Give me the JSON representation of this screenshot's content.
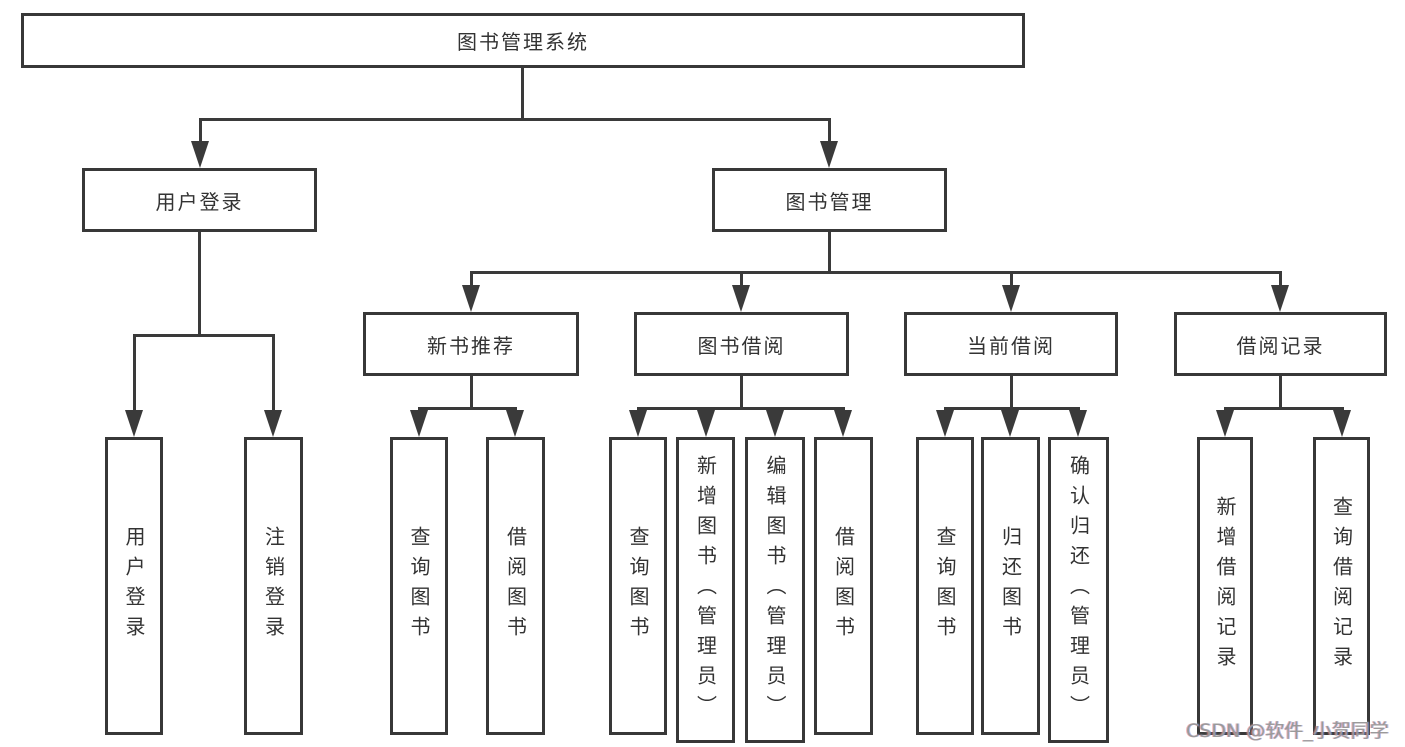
{
  "diagram": {
    "type": "tree",
    "orientation": "top-down"
  },
  "tree": {
    "root": {
      "label": "图书管理系统",
      "children": [
        {
          "label": "用户登录",
          "children": [
            {
              "label": "用户登录"
            },
            {
              "label": "注销登录"
            }
          ]
        },
        {
          "label": "图书管理",
          "children": [
            {
              "label": "新书推荐",
              "children": [
                {
                  "label": "查询图书"
                },
                {
                  "label": "借阅图书"
                }
              ]
            },
            {
              "label": "图书借阅",
              "children": [
                {
                  "label": "查询图书"
                },
                {
                  "label": "新增图书（管理员）"
                },
                {
                  "label": "编辑图书（管理员）"
                },
                {
                  "label": "借阅图书"
                }
              ]
            },
            {
              "label": "当前借阅",
              "children": [
                {
                  "label": "查询图书"
                },
                {
                  "label": "归还图书"
                },
                {
                  "label": "确认归还（管理员）"
                }
              ]
            },
            {
              "label": "借阅记录",
              "children": [
                {
                  "label": "新增借阅记录"
                },
                {
                  "label": "查询借阅记录"
                }
              ]
            }
          ]
        }
      ]
    }
  },
  "watermark": {
    "text": "CSDN @软件_小贺同学"
  },
  "colors": {
    "line": "#3a3a3a",
    "border": "#383838",
    "text": "#333333",
    "watermark": "#9a9a9a",
    "background": "#ffffff"
  }
}
